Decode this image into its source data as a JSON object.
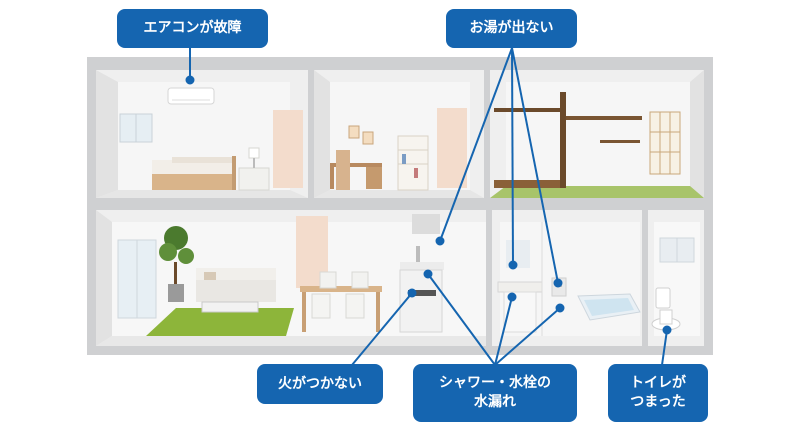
{
  "callouts": {
    "aircon": {
      "line1": "エアコンが故障"
    },
    "hot_water": {
      "line1": "お湯が出ない"
    },
    "fire": {
      "line1": "火がつかない"
    },
    "leak": {
      "line1": "シャワー・水栓の",
      "line2": "水漏れ"
    },
    "toilet": {
      "line1": "トイレが",
      "line2": "つまった"
    }
  },
  "colors": {
    "callout_bg": "#1565b0",
    "callout_text": "#ffffff",
    "leader_line": "#1565b0",
    "house_frame": "#cfd0d2",
    "room_wall": "#f4f4f4",
    "floor": "#e9e9e9",
    "rug": "#8db53a",
    "tatami": "#a8c46a",
    "wood": "#d9b48a",
    "dark_wood": "#6b4a2b"
  }
}
